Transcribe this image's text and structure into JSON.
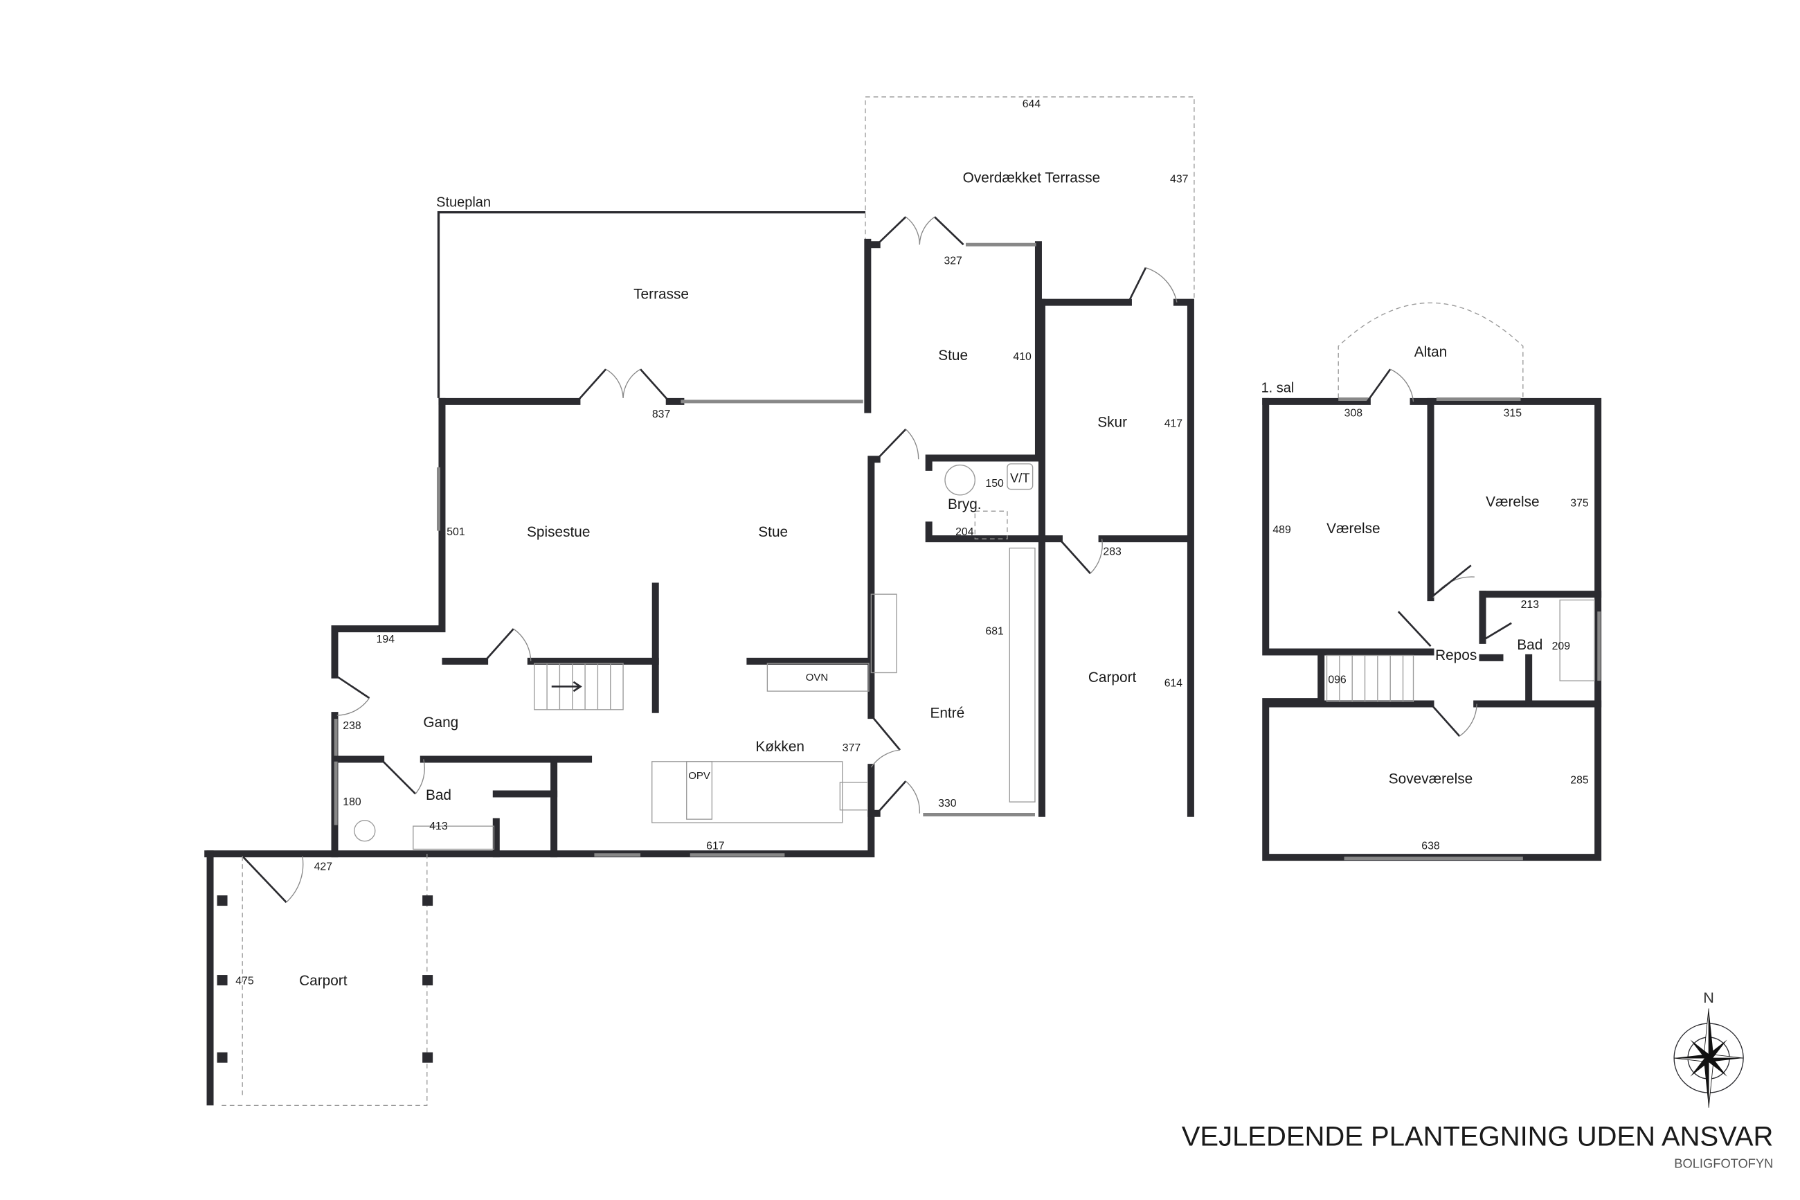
{
  "floors": {
    "ground": "Stueplan",
    "upper": "1. sal"
  },
  "ground_rooms": {
    "overdaekket_terrasse": "Overdækket Terrasse",
    "terrasse": "Terrasse",
    "stue_top": "Stue",
    "skur": "Skur",
    "bryg": "Bryg.",
    "spisestue": "Spisestue",
    "stue": "Stue",
    "carport_right": "Carport",
    "entre": "Entré",
    "gang": "Gang",
    "koekken": "Køkken",
    "bad": "Bad",
    "carport_left": "Carport"
  },
  "ground_dims": {
    "d644": "644",
    "d437": "437",
    "d327": "327",
    "d410": "410",
    "d837": "837",
    "d417": "417",
    "d150": "150",
    "d204": "204",
    "d501": "501",
    "d283": "283",
    "d681": "681",
    "d194": "194",
    "d614": "614",
    "d238": "238",
    "d377": "377",
    "d180": "180",
    "d413": "413",
    "d330": "330",
    "d617": "617",
    "d427": "427",
    "d475": "475"
  },
  "appliances": {
    "vt": "V/T",
    "opv": "OPV",
    "ovn": "OVN"
  },
  "upper_rooms": {
    "altan": "Altan",
    "vaerelse_left": "Værelse",
    "vaerelse_right": "Værelse",
    "repos": "Repos",
    "bad": "Bad",
    "sovevaerelse": "Soveværelse"
  },
  "upper_dims": {
    "d308": "308",
    "d315": "315",
    "d489": "489",
    "d375": "375",
    "d213": "213",
    "d209": "209",
    "d096": "096",
    "d285": "285",
    "d638": "638"
  },
  "compass": {
    "north": "N"
  },
  "footer": {
    "disclaimer": "VEJLEDENDE PLANTEGNING UDEN ANSVAR",
    "brand": "BOLIGFOTOFYN"
  }
}
